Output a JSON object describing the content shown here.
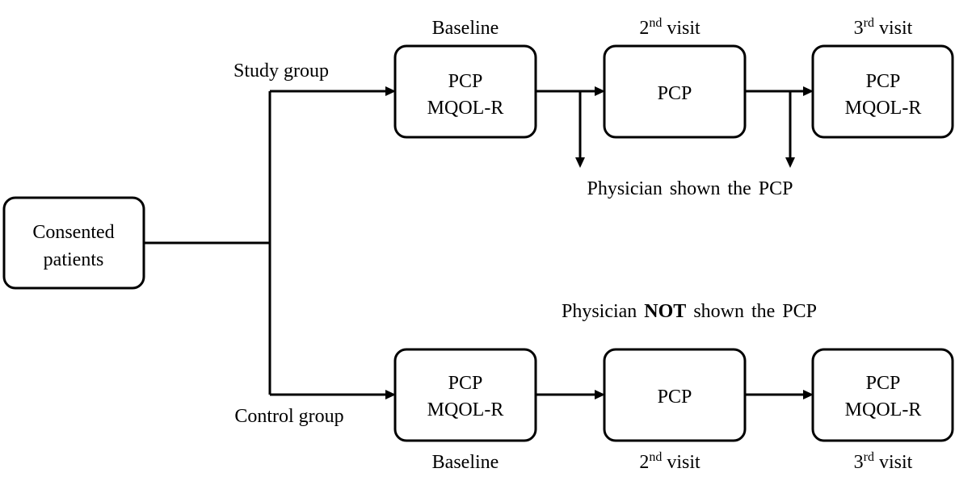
{
  "source": {
    "line1": "Consented",
    "line2": "patients"
  },
  "study": {
    "group_label": "Study group",
    "boxes": [
      {
        "heading": "Baseline",
        "heading_sup": "",
        "heading_suffix": "",
        "lines": [
          "PCP",
          "MQOL-R"
        ]
      },
      {
        "heading": "2",
        "heading_sup": "nd",
        "heading_suffix": " visit",
        "lines": [
          "PCP"
        ]
      },
      {
        "heading": "3",
        "heading_sup": "rd",
        "heading_suffix": " visit",
        "lines": [
          "PCP",
          "MQOL-R"
        ]
      }
    ],
    "note": "Physician shown the PCP"
  },
  "control": {
    "group_label": "Control group",
    "note_before": "Physician ",
    "note_bold": "NOT",
    "note_after": " shown the PCP",
    "boxes": [
      {
        "heading": "Baseline",
        "heading_sup": "",
        "heading_suffix": "",
        "lines": [
          "PCP",
          "MQOL-R"
        ]
      },
      {
        "heading": "2",
        "heading_sup": "nd",
        "heading_suffix": " visit",
        "lines": [
          "PCP"
        ]
      },
      {
        "heading": "3",
        "heading_sup": "rd",
        "heading_suffix": " visit",
        "lines": [
          "PCP",
          "MQOL-R"
        ]
      }
    ]
  }
}
